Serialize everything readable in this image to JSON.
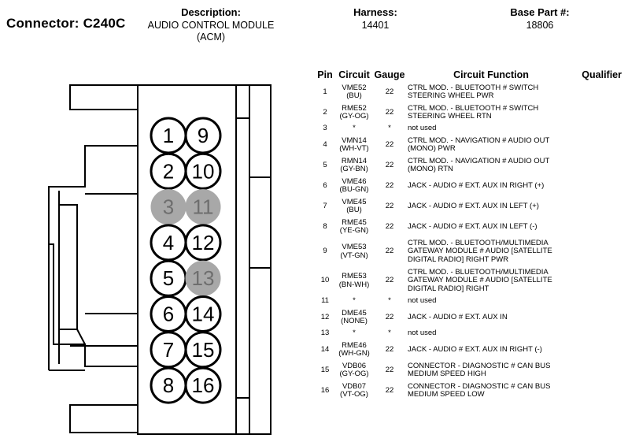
{
  "header": {
    "connector_label": "Connector: C240C",
    "description_label": "Description:",
    "description_value_1": "AUDIO CONTROL MODULE",
    "description_value_2": "(ACM)",
    "harness_label": "Harness:",
    "harness_value": "14401",
    "base_part_label": "Base Part #:",
    "base_part_value": "18806"
  },
  "table": {
    "columns": [
      "Pin",
      "Circuit",
      "Gauge",
      "Circuit Function",
      "Qualifier"
    ],
    "rows": [
      {
        "pin": "1",
        "circuit_1": "VME52",
        "circuit_2": "(BU)",
        "gauge": "22",
        "func_1": "CTRL MOD. - BLUETOOTH # SWITCH",
        "func_2": "STEERING WHEEL PWR",
        "func_3": ""
      },
      {
        "pin": "2",
        "circuit_1": "RME52",
        "circuit_2": "(GY-OG)",
        "gauge": "22",
        "func_1": "CTRL MOD. - BLUETOOTH # SWITCH",
        "func_2": "STEERING WHEEL RTN",
        "func_3": ""
      },
      {
        "pin": "3",
        "circuit_1": "*",
        "circuit_2": "",
        "gauge": "*",
        "func_1": "not used",
        "func_2": "",
        "func_3": ""
      },
      {
        "pin": "4",
        "circuit_1": "VMN14",
        "circuit_2": "(WH-VT)",
        "gauge": "22",
        "func_1": "CTRL MOD. - NAVIGATION # AUDIO OUT",
        "func_2": "(MONO) PWR",
        "func_3": ""
      },
      {
        "pin": "5",
        "circuit_1": "RMN14",
        "circuit_2": "(GY-BN)",
        "gauge": "22",
        "func_1": "CTRL MOD. - NAVIGATION # AUDIO OUT",
        "func_2": "(MONO) RTN",
        "func_3": ""
      },
      {
        "pin": "6",
        "circuit_1": "VME46",
        "circuit_2": "(BU-GN)",
        "gauge": "22",
        "func_1": "JACK - AUDIO # EXT. AUX IN RIGHT (+)",
        "func_2": "",
        "func_3": ""
      },
      {
        "pin": "7",
        "circuit_1": "VME45",
        "circuit_2": "(BU)",
        "gauge": "22",
        "func_1": "JACK - AUDIO # EXT. AUX IN LEFT (+)",
        "func_2": "",
        "func_3": ""
      },
      {
        "pin": "8",
        "circuit_1": "RME45",
        "circuit_2": "(YE-GN)",
        "gauge": "22",
        "func_1": "JACK - AUDIO # EXT. AUX IN LEFT (-)",
        "func_2": "",
        "func_3": ""
      },
      {
        "pin": "9",
        "circuit_1": "VME53",
        "circuit_2": "(VT-GN)",
        "gauge": "22",
        "func_1": "CTRL MOD. - BLUETOOTH/MULTIMEDIA",
        "func_2": "GATEWAY MODULE # AUDIO [SATELLITE",
        "func_3": "DIGITAL RADIO] RIGHT PWR"
      },
      {
        "pin": "10",
        "circuit_1": "RME53",
        "circuit_2": "(BN-WH)",
        "gauge": "22",
        "func_1": "CTRL MOD. - BLUETOOTH/MULTIMEDIA",
        "func_2": "GATEWAY MODULE # AUDIO [SATELLITE",
        "func_3": "DIGITAL RADIO] RIGHT"
      },
      {
        "pin": "11",
        "circuit_1": "*",
        "circuit_2": "",
        "gauge": "*",
        "func_1": "not used",
        "func_2": "",
        "func_3": ""
      },
      {
        "pin": "12",
        "circuit_1": "DME45",
        "circuit_2": "(NONE)",
        "gauge": "22",
        "func_1": "JACK - AUDIO # EXT. AUX IN",
        "func_2": "",
        "func_3": ""
      },
      {
        "pin": "13",
        "circuit_1": "*",
        "circuit_2": "",
        "gauge": "*",
        "func_1": "not used",
        "func_2": "",
        "func_3": ""
      },
      {
        "pin": "14",
        "circuit_1": "RME46",
        "circuit_2": "(WH-GN)",
        "gauge": "22",
        "func_1": "JACK - AUDIO # EXT. AUX IN RIGHT (-)",
        "func_2": "",
        "func_3": ""
      },
      {
        "pin": "15",
        "circuit_1": "VDB06",
        "circuit_2": "(GY-OG)",
        "gauge": "22",
        "func_1": "CONNECTOR - DIAGNOSTIC # CAN BUS",
        "func_2": "MEDIUM SPEED HIGH",
        "func_3": ""
      },
      {
        "pin": "16",
        "circuit_1": "VDB07",
        "circuit_2": "(VT-OG)",
        "gauge": "22",
        "func_1": "CONNECTOR - DIAGNOSTIC # CAN BUS",
        "func_2": "MEDIUM SPEED LOW",
        "func_3": ""
      }
    ]
  },
  "connector_face": {
    "pins": [
      {
        "label": "1",
        "used": true
      },
      {
        "label": "9",
        "used": true
      },
      {
        "label": "2",
        "used": true
      },
      {
        "label": "10",
        "used": true
      },
      {
        "label": "3",
        "used": false
      },
      {
        "label": "11",
        "used": false
      },
      {
        "label": "4",
        "used": true
      },
      {
        "label": "12",
        "used": true
      },
      {
        "label": "5",
        "used": true
      },
      {
        "label": "13",
        "used": false
      },
      {
        "label": "6",
        "used": true
      },
      {
        "label": "14",
        "used": true
      },
      {
        "label": "7",
        "used": true
      },
      {
        "label": "15",
        "used": true
      },
      {
        "label": "8",
        "used": true
      },
      {
        "label": "16",
        "used": true
      }
    ],
    "unused_pin_color": "#a8a8a8",
    "used_pin_color": "#ffffff"
  }
}
